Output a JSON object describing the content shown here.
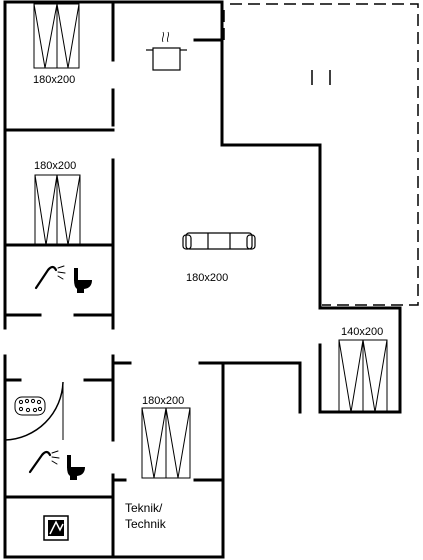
{
  "labels": {
    "bed_top_left": "180x200",
    "bed_mid_left": "180x200",
    "living_sofa_bed": "180x200",
    "bed_right": "140x200",
    "bed_bottom": "180x200",
    "tech_line1": "Teknik/",
    "tech_line2": "Technik"
  },
  "icons": [
    "cooking-pot-icon",
    "sofa-icon",
    "shower-icon",
    "toilet-icon",
    "bathtub-icon",
    "washing-machine-icon"
  ]
}
